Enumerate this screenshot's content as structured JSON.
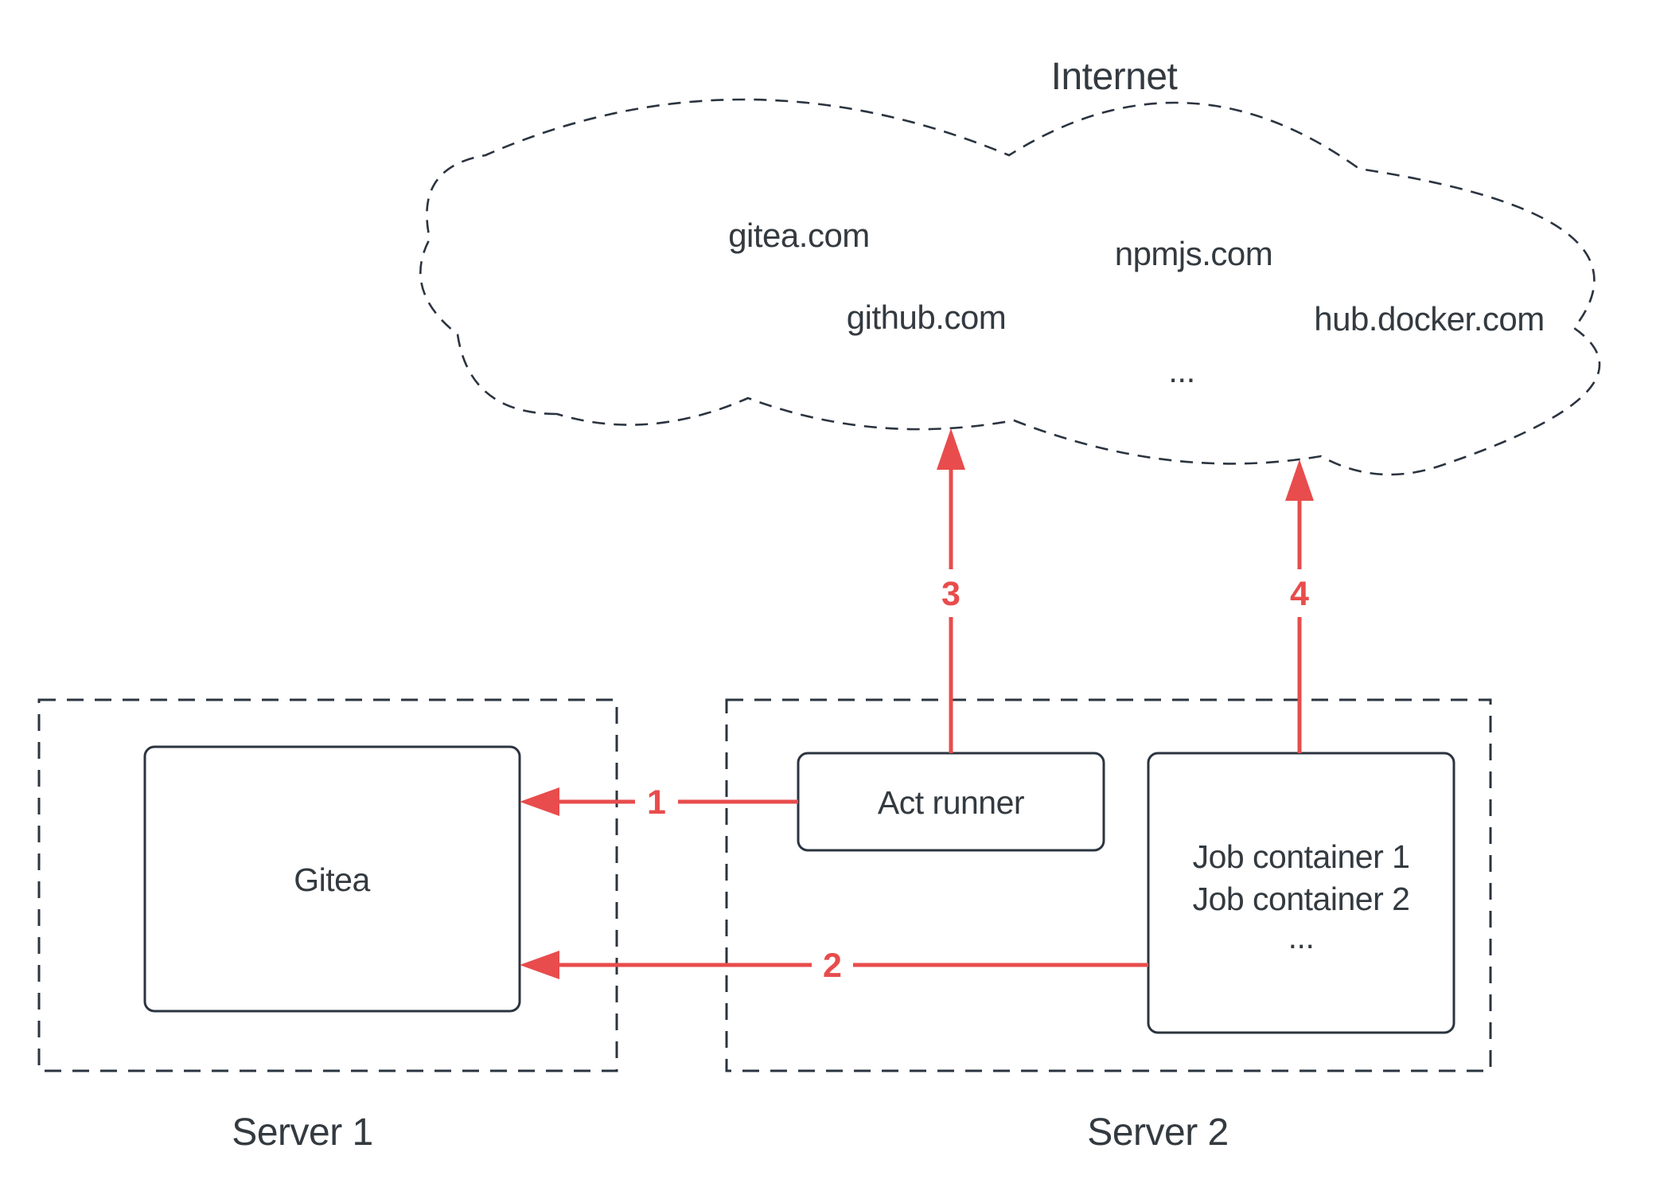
{
  "title": "Internet",
  "cloud": {
    "domains": [
      "gitea.com",
      "github.com",
      "npmjs.com",
      "hub.docker.com"
    ],
    "ellipsis": "..."
  },
  "server1": {
    "label": "Server 1",
    "gitea": "Gitea"
  },
  "server2": {
    "label": "Server 2",
    "act_runner": "Act runner",
    "job_containers": [
      "Job container 1",
      "Job container 2",
      "..."
    ]
  },
  "arrows": {
    "a1": "1",
    "a2": "2",
    "a3": "3",
    "a4": "4"
  },
  "colors": {
    "accent": "#E84C4C",
    "stroke": "#2B3440",
    "text": "#333A40"
  }
}
